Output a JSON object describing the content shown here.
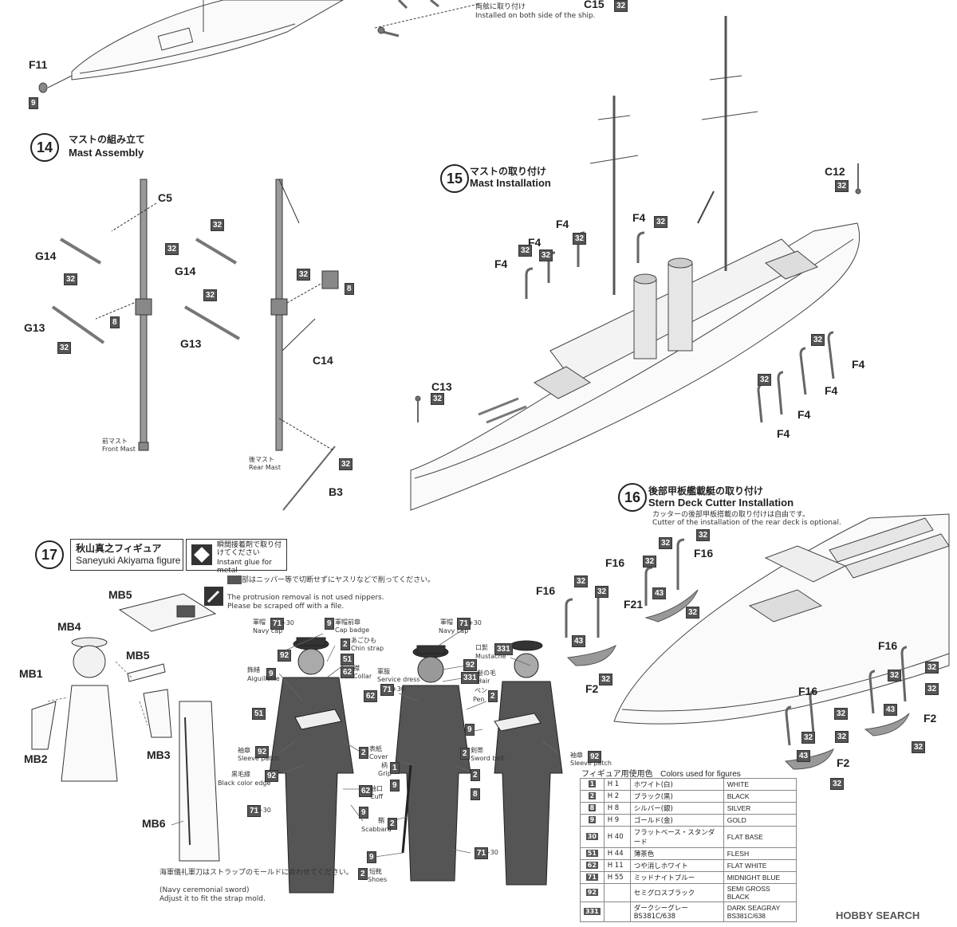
{
  "step14": {
    "number": "14",
    "title_jp": "マストの組み立て",
    "title_en": "Mast Assembly"
  },
  "step15": {
    "number": "15",
    "title_jp": "マストの取り付け",
    "title_en": "Mast Installation"
  },
  "step16": {
    "number": "16",
    "title_jp": "後部甲板艦載艇の取り付け",
    "title_en": "Stern Deck Cutter Installation",
    "note_jp": "カッターの後部甲板搭載の取り付けは自由です。",
    "note_en": "Cutter of the installation of the rear deck is optional."
  },
  "step17": {
    "number": "17",
    "title_jp": "秋山真之フィギュア",
    "title_en": "Saneyuki Akiyama figure",
    "glue_jp": "瞬間接着剤で取り付けてください",
    "glue_en": "Instant glue for metal",
    "scrape_jp": "部はニッパー等で切断せずにヤスリなどで削ってください。",
    "scrape_en1": "The protrusion removal is not used nippers.",
    "scrape_en2": "Please be scraped off with a file."
  },
  "top_note": {
    "jp": "両舷に取り付け",
    "en": "Installed on both side of the ship."
  },
  "parts": {
    "c15": "C15",
    "f11": "F11",
    "c5": "C5",
    "g14": "G14",
    "g13": "G13",
    "c14": "C14",
    "b3": "B3",
    "c12": "C12",
    "c13": "C13",
    "f4": "F4",
    "f16": "F16",
    "f21": "F21",
    "f2": "F2",
    "mb1": "MB1",
    "mb2": "MB2",
    "mb3": "MB3",
    "mb4": "MB4",
    "mb5": "MB5",
    "mb6": "MB6"
  },
  "colors": {
    "n1": "1",
    "n2": "2",
    "n8": "8",
    "n9": "9",
    "n32": "32",
    "n43": "43",
    "n51": "51",
    "n62": "62",
    "n71": "71",
    "n92": "92",
    "n331": "331",
    "c7130": "71+30",
    "plus30": "+30",
    "n30": "30"
  },
  "mast_labels": {
    "front_jp": "前マスト",
    "front_en": "Front Mast",
    "rear_jp": "後マスト",
    "rear_en": "Rear Mast"
  },
  "figure_labels": {
    "cap_jp": "軍帽",
    "cap_en": "Navy cap",
    "badge_jp": "軍帽前章",
    "badge_en": "Cap badge",
    "chin_jp": "あごひも",
    "chin_en": "Chin strap",
    "collar_jp": "襟",
    "collar_en": "Collar",
    "aig_jp": "飾緒",
    "aig_en": "Aiguillette",
    "sleeve_jp": "袖章",
    "sleeve_en": "Sleeve patch",
    "edge_jp": "黒毛縁",
    "edge_en": "Black color edge",
    "cover_jp": "表紙",
    "cover_en": "Cover",
    "grip_jp": "柄",
    "grip_en": "Grip",
    "cuff_jp": "袖口",
    "cuff_en": "Cuff",
    "scab_jp": "鞘",
    "scab_en": "Scabbard",
    "shoes_jp": "短靴",
    "shoes_en": "Shoes",
    "dress_jp": "軍服",
    "dress_en": "Service dress",
    "hair_jp": "髪の毛",
    "hair_en": "Hair",
    "pen_jp": "ペン",
    "pen_en": "Pen",
    "belt_jp": "剣帯",
    "belt_en": "Sword belt",
    "mus_jp": "口髭",
    "mus_en": "Mustache",
    "sword_jp": "海軍儀礼軍刀はストラップのモールドに合わせてください。",
    "sword_en1": "(Navy ceremonial sword)",
    "sword_en2": "Adjust it to fit the strap mold."
  },
  "color_table": {
    "title_jp": "フィギュア用使用色",
    "title_en": "Colors used for figures",
    "rows": [
      {
        "code": "1",
        "h": "H 1",
        "jp": "ホワイト(白)",
        "en": "WHITE"
      },
      {
        "code": "2",
        "h": "H 2",
        "jp": "ブラック(黒)",
        "en": "BLACK"
      },
      {
        "code": "8",
        "h": "H 8",
        "jp": "シルバー(銀)",
        "en": "SILVER"
      },
      {
        "code": "9",
        "h": "H 9",
        "jp": "ゴールド(金)",
        "en": "GOLD"
      },
      {
        "code": "30",
        "h": "H 40",
        "jp": "フラットベース・スタンダード",
        "en": "FLAT BASE"
      },
      {
        "code": "51",
        "h": "H 44",
        "jp": "薄茶色",
        "en": "FLESH"
      },
      {
        "code": "62",
        "h": "H 11",
        "jp": "つや消しホワイト",
        "en": "FLAT WHITE"
      },
      {
        "code": "71",
        "h": "H 55",
        "jp": "ミッドナイトブルー",
        "en": "MIDNIGHT BLUE"
      },
      {
        "code": "92",
        "h": "",
        "jp": "セミグロスブラック",
        "en": "SEMI GROSS BLACK"
      },
      {
        "code": "331",
        "h": "",
        "jp": "ダークシーグレーBS381C/638",
        "en": "DARK SEAGRAY BS381C/638"
      }
    ]
  },
  "watermark": "HOBBY SEARCH"
}
